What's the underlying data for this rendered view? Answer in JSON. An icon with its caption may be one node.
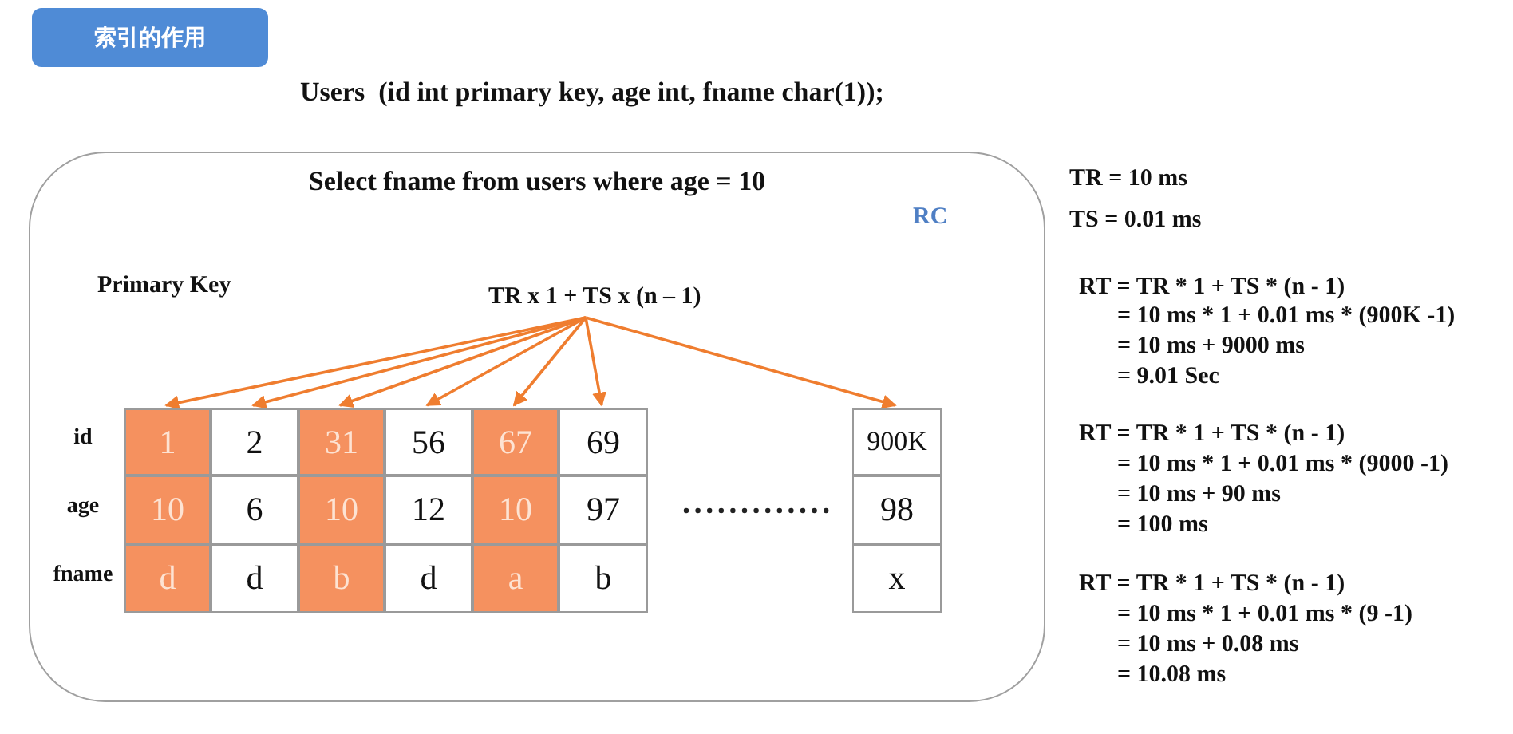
{
  "diagram": {
    "title": "索引的作用",
    "nodes": [
      {
        "text": [
          "Select fname from users where age = 10",
          "RC",
          "Primary Key"
        ]
      },
      {
        "text": [
          "TR x 1 + TS x (n – 1)"
        ],
        "in": 0
      },
      {
        "text": [
          "1"
        ],
        "in": 0
      },
      {
        "text": [
          "2"
        ],
        "in": 0
      },
      {
        "text": [
          "31"
        ],
        "in": 0
      },
      {
        "text": [
          "56"
        ],
        "in": 0
      },
      {
        "text": [
          "67"
        ],
        "in": 0
      },
      {
        "text": [
          "69"
        ],
        "in": 0
      },
      {
        "text": [
          "900K"
        ],
        "in": 0
      },
      {
        "text": [
          "10"
        ],
        "in": 0
      },
      {
        "text": [
          "6"
        ],
        "in": 0
      },
      {
        "text": [
          "10"
        ],
        "in": 0
      },
      {
        "text": [
          "12"
        ],
        "in": 0
      },
      {
        "text": [
          "10"
        ],
        "in": 0
      },
      {
        "text": [
          "97"
        ],
        "in": 0
      },
      {
        "text": [
          "98"
        ],
        "in": 0
      },
      {
        "text": [
          "d"
        ],
        "in": 0
      },
      {
        "text": [
          "d"
        ],
        "in": 0
      },
      {
        "text": [
          "b"
        ],
        "in": 0
      },
      {
        "text": [
          "d"
        ],
        "in": 0
      },
      {
        "text": [
          "a"
        ],
        "in": 0
      },
      {
        "text": [
          "b"
        ],
        "in": 0
      },
      {
        "text": [
          "x"
        ],
        "in": 0
      }
    ],
    "edges": [
      {
        "from": 1,
        "to": 2,
        "arrow": "to"
      },
      {
        "from": 1,
        "to": 3,
        "arrow": "to"
      },
      {
        "from": 1,
        "to": 4,
        "arrow": "to"
      },
      {
        "from": 1,
        "to": 5,
        "arrow": "to"
      },
      {
        "from": 1,
        "to": 6,
        "arrow": "to"
      },
      {
        "from": 1,
        "to": 7,
        "arrow": "to"
      },
      {
        "from": 1,
        "to": 8,
        "arrow": "to"
      }
    ],
    "labels": [
      "Users  (id int primary key, age int, fname char(1));",
      "id",
      "age",
      "fname",
      "TR = 10 ms",
      "TS = 0.01 ms",
      "RT = TR * 1 + TS * (n - 1)",
      "= 10 ms * 1 + 0.01 ms * (900K -1)",
      "= 10 ms + 9000 ms",
      "= 9.01 Sec",
      "RT = TR * 1 + TS * (n - 1)",
      "= 10 ms * 1 + 0.01 ms * (9000 -1)",
      "= 10 ms + 90 ms",
      "= 100 ms",
      "RT = TR * 1 + TS * (n - 1)",
      "= 10 ms * 1 + 0.01 ms * (9 -1)",
      "= 10 ms + 0.08 ms",
      "= 10.08 ms"
    ]
  }
}
